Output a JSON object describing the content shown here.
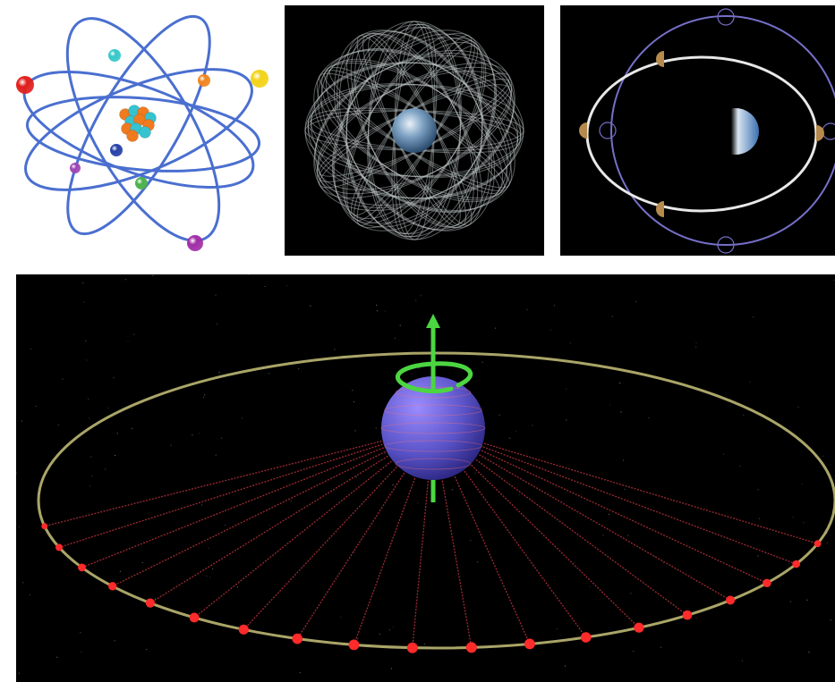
{
  "figure": {
    "panels": [
      {
        "id": "atom",
        "subject": "atom-orbit-model"
      },
      {
        "id": "satellites",
        "subject": "earth-satellite-orbits"
      },
      {
        "id": "moon",
        "subject": "earth-moon-orbit"
      },
      {
        "id": "spin",
        "subject": "sphere-rotation-ring"
      }
    ]
  },
  "colors": {
    "atom_orbit": "#4a6fd0",
    "atom_electrons": [
      "#e0201d",
      "#33c7c9",
      "#f08420",
      "#f2d316",
      "#2740a8",
      "#a044b4",
      "#49b04a",
      "#a02ea6"
    ],
    "nucleus_protons": "#f07a1e",
    "nucleus_neutrons": "#35c3d0",
    "satellite_orbit": "#c8d0d0",
    "earth_blue": "#3f6fa6",
    "moon_orbit": "#e8e8e8",
    "reference_orbit": "#7570c8",
    "moon_phase": "#b58a4c",
    "ring": "#c8c27a",
    "spoke": "#b8323c",
    "ring_dot": "#ff2a2a",
    "axis_arrow": "#4cd642",
    "sphere": "#5a53c8"
  },
  "icons": {
    "atom": "atom-model-icon",
    "earth": "earth-globe-icon",
    "moon": "moon-phase-icon",
    "axis": "rotation-axis-arrow-icon"
  }
}
